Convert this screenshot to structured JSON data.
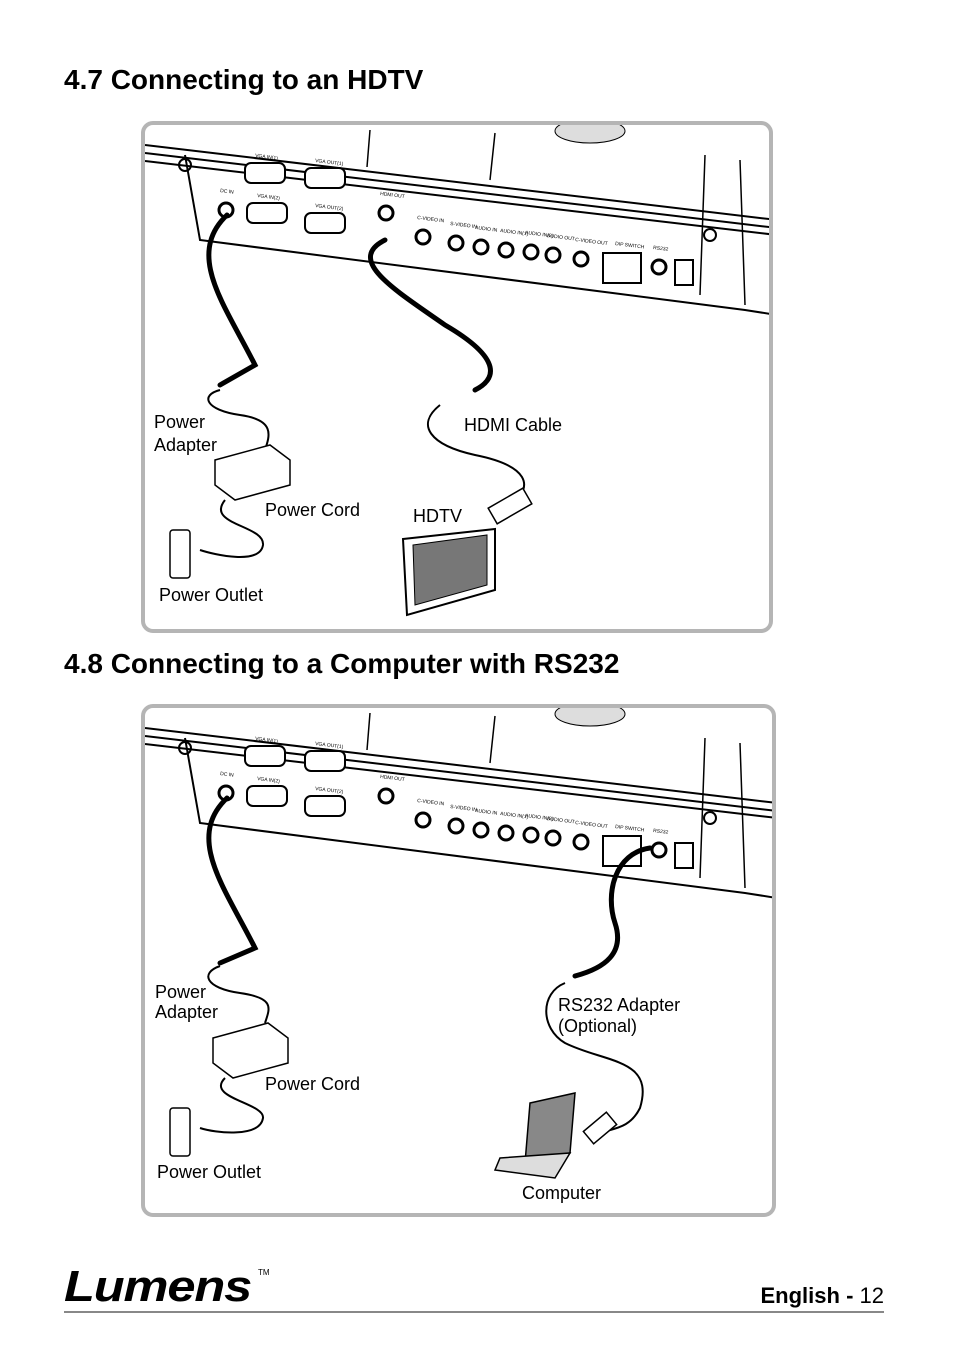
{
  "sections": [
    {
      "title": "4.7 Connecting to an HDTV",
      "labels": {
        "power": "Power",
        "adapter": "Adapter",
        "hdmi_cable": "HDMI Cable",
        "power_cord": "Power Cord",
        "hdtv": "HDTV",
        "power_outlet": "Power Outlet"
      }
    },
    {
      "title": "4.8 Connecting to a Computer with RS232",
      "labels": {
        "power": "Power",
        "adapter": "Adapter",
        "rs232_adapter": "RS232 Adapter",
        "optional": "(Optional)",
        "power_cord": "Power Cord",
        "power_outlet": "Power Outlet",
        "computer": "Computer"
      }
    }
  ],
  "ports": [
    "DC IN",
    "VGA IN(1)",
    "VGA OUT(1)",
    "VGA IN(2)",
    "VGA OUT(2)",
    "HDMI OUT",
    "C-VIDEO IN",
    "S-VIDEO IN",
    "AUDIO IN",
    "AUDIO IN(1)",
    "AUDIO IN(2)",
    "AUDIO OUT",
    "C-VIDEO OUT",
    "DIP SWITCH",
    "RS232"
  ],
  "footer": {
    "logo": "Lumens",
    "trademark": "TM",
    "language": "English",
    "separator": "-",
    "page": "12"
  }
}
